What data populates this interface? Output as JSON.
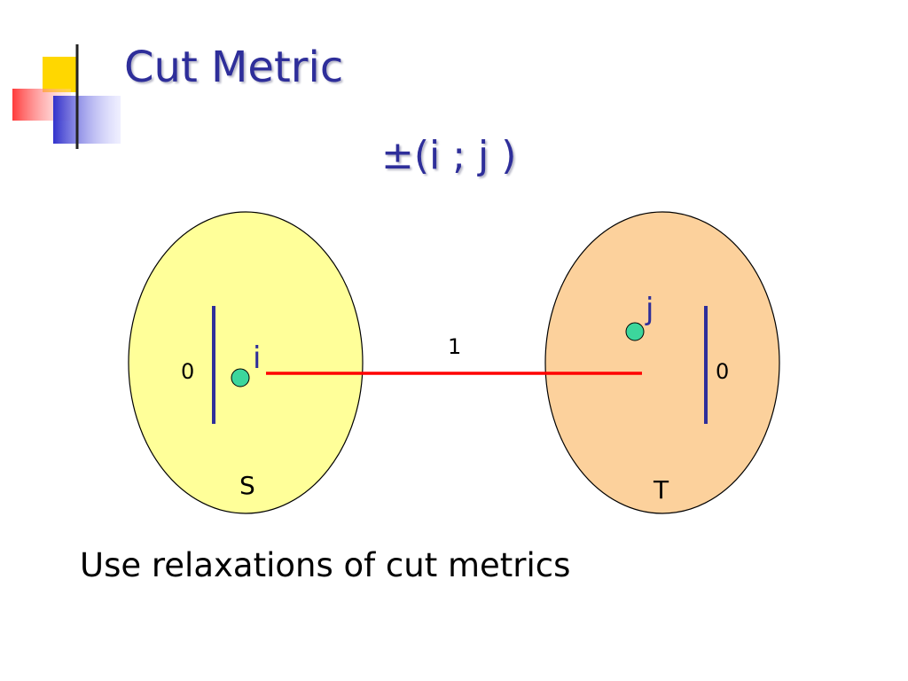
{
  "slide": {
    "title": "Cut Metric",
    "formula": "±(i ; j )",
    "caption": "Use relaxations of cut metrics"
  },
  "diagram": {
    "left_set": {
      "label": "S",
      "value": "0",
      "color": "#ffff99"
    },
    "right_set": {
      "label": "T",
      "value": "0",
      "color": "#fcd19c"
    },
    "node_i": {
      "label": "i",
      "color": "#3cd69c"
    },
    "node_j": {
      "label": "j",
      "color": "#3cd69c"
    },
    "edge": {
      "label": "1",
      "color": "#ff0000"
    },
    "accent_color": "#2e2e9a"
  }
}
